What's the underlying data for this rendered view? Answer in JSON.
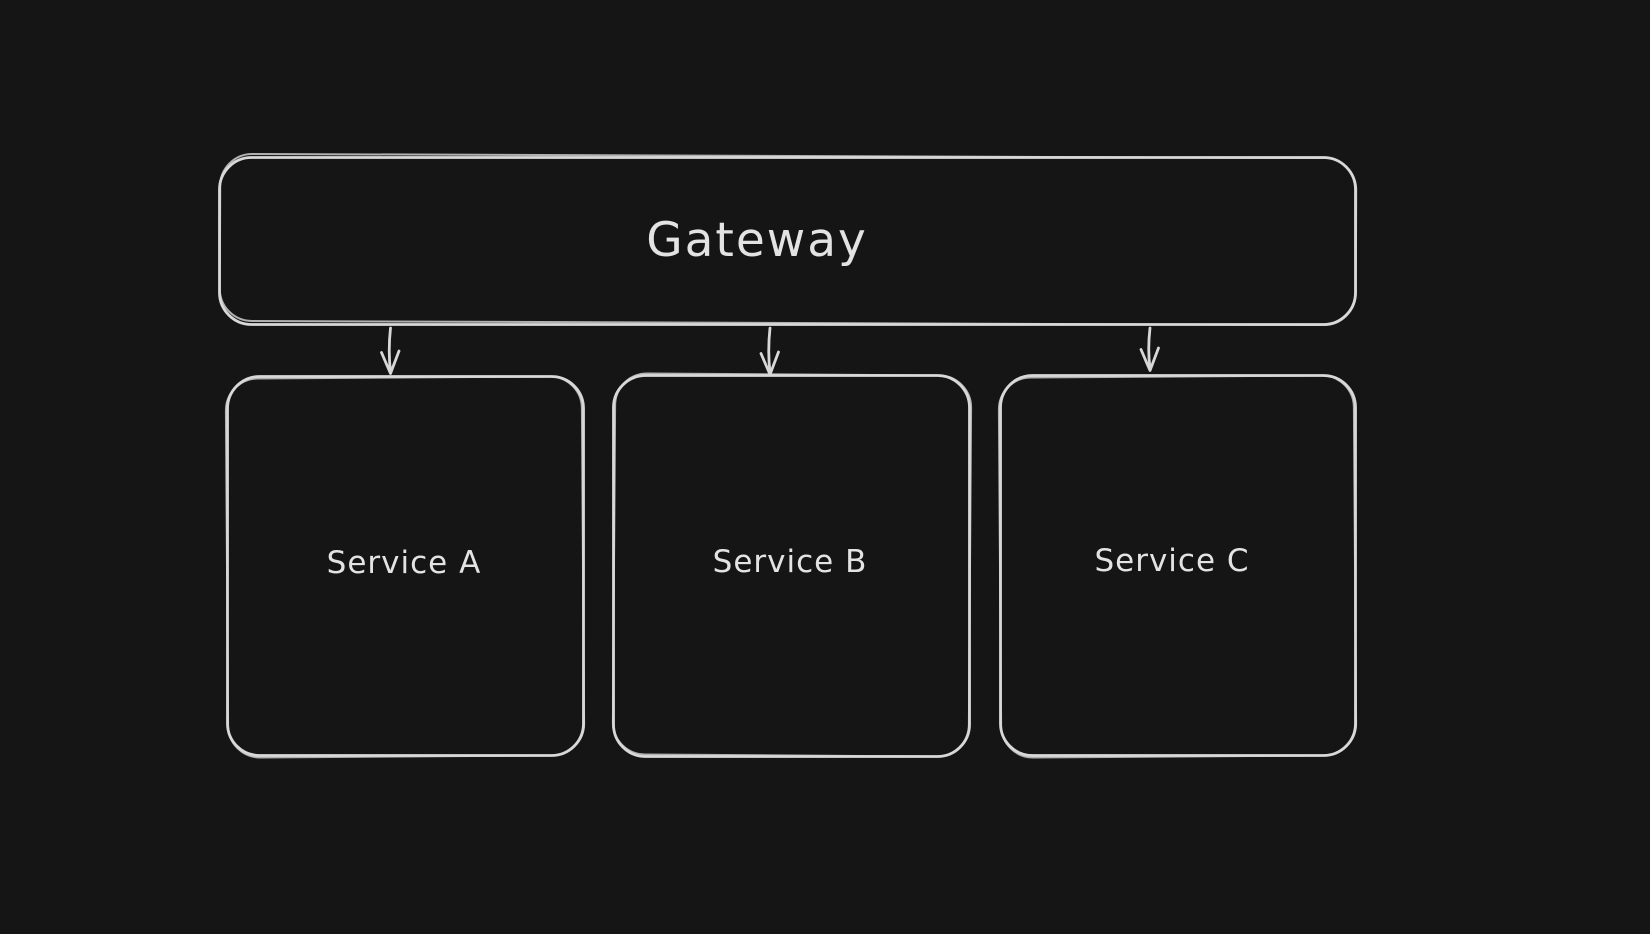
{
  "diagram": {
    "background_color": "#151515",
    "stroke_color": "#d8d8d8",
    "text_color": "#e3e3e3",
    "nodes": [
      {
        "id": "gateway",
        "label": "Gateway",
        "shape": "rounded-rectangle"
      },
      {
        "id": "service-a",
        "label": "Service A",
        "shape": "rounded-rectangle"
      },
      {
        "id": "service-b",
        "label": "Service B",
        "shape": "rounded-rectangle"
      },
      {
        "id": "service-c",
        "label": "Service C",
        "shape": "rounded-rectangle"
      }
    ],
    "edges": [
      {
        "from": "gateway",
        "to": "service-a",
        "type": "arrow"
      },
      {
        "from": "gateway",
        "to": "service-b",
        "type": "arrow"
      },
      {
        "from": "gateway",
        "to": "service-c",
        "type": "arrow"
      }
    ]
  }
}
